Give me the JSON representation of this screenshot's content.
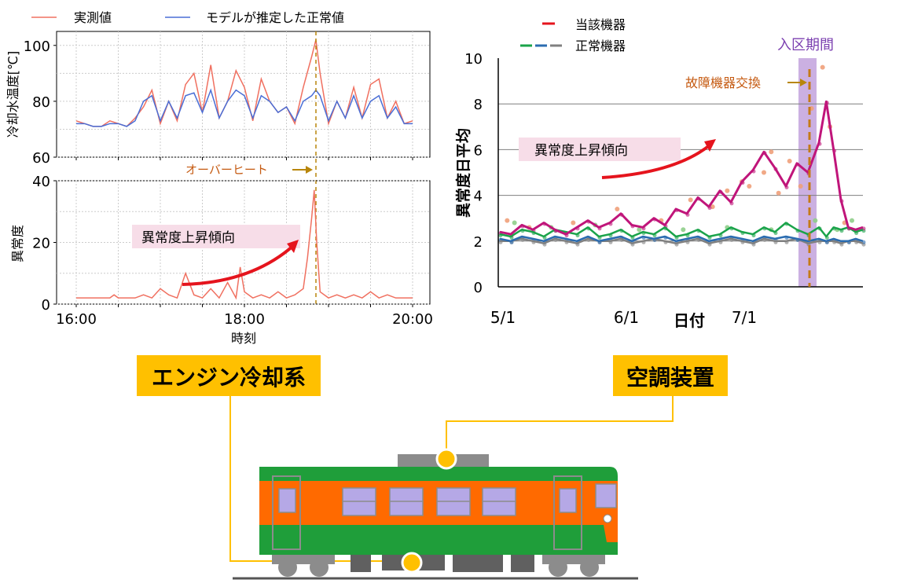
{
  "chart_data": [
    {
      "type": "line",
      "panel": "engine-cooling-temperature",
      "xlabel": "",
      "ylabel": "冷却水温度[℃]",
      "xlim": [
        16,
        20
      ],
      "ylim": [
        60,
        105
      ],
      "yticks": [
        60,
        80,
        100
      ],
      "grid": true,
      "legend": "top",
      "series": [
        {
          "name": "実測値",
          "color": "#f07060",
          "x": [
            16.0,
            16.1,
            16.2,
            16.3,
            16.4,
            16.5,
            16.6,
            16.7,
            16.8,
            16.9,
            17.0,
            17.1,
            17.2,
            17.3,
            17.4,
            17.5,
            17.6,
            17.7,
            17.8,
            17.9,
            18.0,
            18.1,
            18.2,
            18.3,
            18.4,
            18.5,
            18.6,
            18.7,
            18.8,
            18.85,
            18.9,
            19.0,
            19.1,
            19.2,
            19.3,
            19.4,
            19.5,
            19.6,
            19.7,
            19.8,
            19.9,
            20.0
          ],
          "values": [
            73,
            72,
            71,
            71,
            73,
            72,
            71,
            74,
            78,
            84,
            72,
            80,
            73,
            86,
            90,
            76,
            93,
            74,
            80,
            91,
            85,
            73,
            88,
            80,
            76,
            78,
            72,
            85,
            96,
            102,
            90,
            72,
            80,
            74,
            85,
            74,
            86,
            88,
            74,
            80,
            72,
            73
          ]
        },
        {
          "name": "モデルが推定した正常値",
          "color": "#4a6ed6",
          "x": [
            16.0,
            16.1,
            16.2,
            16.3,
            16.4,
            16.5,
            16.6,
            16.7,
            16.8,
            16.9,
            17.0,
            17.1,
            17.2,
            17.3,
            17.4,
            17.5,
            17.6,
            17.7,
            17.8,
            17.9,
            18.0,
            18.1,
            18.2,
            18.3,
            18.4,
            18.5,
            18.6,
            18.7,
            18.8,
            18.85,
            18.9,
            19.0,
            19.1,
            19.2,
            19.3,
            19.4,
            19.5,
            19.6,
            19.7,
            19.8,
            19.9,
            20.0
          ],
          "values": [
            72,
            72,
            71,
            71,
            72,
            72,
            71,
            73,
            80,
            82,
            73,
            80,
            74,
            82,
            83,
            76,
            84,
            74,
            80,
            84,
            82,
            74,
            82,
            80,
            76,
            78,
            73,
            80,
            82,
            84,
            82,
            73,
            80,
            74,
            82,
            74,
            80,
            82,
            74,
            78,
            72,
            72
          ]
        }
      ]
    },
    {
      "type": "line",
      "panel": "engine-anomaly-score",
      "xlabel": "時刻",
      "ylabel": "異常度",
      "xlim": [
        16,
        20
      ],
      "ylim": [
        0,
        40
      ],
      "xticks": [
        "16:00",
        "18:00",
        "20:00"
      ],
      "yticks": [
        0,
        20,
        40
      ],
      "grid": true,
      "series": [
        {
          "color": "#f07060",
          "x": [
            16.0,
            16.2,
            16.4,
            16.45,
            16.5,
            16.7,
            16.8,
            16.9,
            17.0,
            17.1,
            17.2,
            17.25,
            17.3,
            17.4,
            17.5,
            17.6,
            17.7,
            17.8,
            17.9,
            17.95,
            18.0,
            18.1,
            18.2,
            18.3,
            18.4,
            18.5,
            18.6,
            18.7,
            18.75,
            18.8,
            18.83,
            18.86,
            18.9,
            19.0,
            19.1,
            19.2,
            19.3,
            19.4,
            19.5,
            19.6,
            19.7,
            19.8,
            20.0
          ],
          "values": [
            2,
            2,
            2,
            3,
            2,
            2,
            3,
            2,
            5,
            3,
            2,
            6,
            10,
            3,
            2,
            5,
            2,
            7,
            2,
            12,
            4,
            2,
            3,
            2,
            4,
            2,
            3,
            5,
            15,
            28,
            37,
            20,
            4,
            2,
            3,
            2,
            3,
            2,
            4,
            2,
            3,
            2,
            2
          ]
        }
      ],
      "annotations": [
        "オーバーヒート",
        "異常度上昇傾向"
      ]
    },
    {
      "type": "line",
      "panel": "air-conditioner-anomaly",
      "xlabel": "日付",
      "ylabel": "異常度日平均",
      "ylim": [
        0,
        10
      ],
      "yticks": [
        0,
        2,
        4,
        6,
        8,
        10
      ],
      "xticks": [
        "5/1",
        "6/1",
        "7/1"
      ],
      "grid": true,
      "legend": "top",
      "x": [
        0,
        3,
        6,
        9,
        12,
        15,
        18,
        21,
        24,
        27,
        30,
        33,
        36,
        39,
        42,
        45,
        48,
        51,
        54,
        57,
        60,
        63,
        66,
        69,
        72,
        75,
        78,
        81,
        84,
        87,
        89,
        91,
        93,
        95,
        97,
        99
      ],
      "series": [
        {
          "name": "当該機器",
          "color": "#c0157a",
          "values": [
            2.4,
            2.3,
            2.7,
            2.5,
            2.8,
            2.5,
            2.3,
            2.6,
            2.9,
            2.6,
            2.8,
            3.2,
            2.7,
            2.6,
            3.0,
            2.7,
            3.4,
            3.2,
            3.9,
            3.5,
            4.2,
            3.7,
            4.6,
            5.1,
            5.9,
            5.2,
            4.4,
            5.4,
            5.0,
            6.3,
            8.1,
            6.0,
            3.8,
            2.6,
            2.5,
            2.6
          ]
        },
        {
          "name": "正常機器",
          "color": "#1aa34a",
          "values": [
            2.3,
            2.2,
            2.5,
            2.4,
            2.2,
            2.5,
            2.4,
            2.3,
            2.6,
            2.2,
            2.3,
            2.5,
            2.2,
            2.4,
            2.3,
            2.6,
            2.2,
            2.3,
            2.5,
            2.2,
            2.3,
            2.6,
            2.4,
            2.3,
            2.6,
            2.4,
            2.8,
            2.5,
            2.3,
            2.6,
            2.2,
            2.6,
            2.5,
            2.6,
            2.4,
            2.5
          ]
        },
        {
          "color": "#2b6cb0",
          "values": [
            2.1,
            2.0,
            2.2,
            2.1,
            2.0,
            2.2,
            2.1,
            2.0,
            2.2,
            2.0,
            2.1,
            2.2,
            2.0,
            2.2,
            2.1,
            2.2,
            2.0,
            2.1,
            2.2,
            2.0,
            2.1,
            2.2,
            2.1,
            2.0,
            2.2,
            2.1,
            2.2,
            2.1,
            2.0,
            2.1,
            2.0,
            2.1,
            2.0,
            2.0,
            2.1,
            2.0
          ]
        },
        {
          "color": "#808080",
          "values": [
            2.0,
            2.0,
            2.1,
            2.0,
            1.9,
            2.1,
            2.0,
            1.9,
            2.1,
            2.0,
            2.0,
            2.1,
            1.9,
            2.0,
            2.1,
            2.0,
            1.9,
            2.0,
            2.1,
            1.9,
            2.0,
            2.1,
            2.0,
            1.9,
            2.1,
            2.0,
            2.0,
            2.1,
            1.9,
            2.0,
            2.0,
            2.0,
            1.9,
            2.0,
            2.0,
            1.9
          ]
        }
      ],
      "scatter": [
        {
          "color": "#f0a07a",
          "x": [
            2,
            8,
            20,
            32,
            44,
            52,
            58,
            62,
            66,
            68,
            72,
            74,
            76,
            79,
            82,
            85,
            88,
            90,
            94
          ],
          "values": [
            2.9,
            2.6,
            2.8,
            3.4,
            2.9,
            3.8,
            3.5,
            4.2,
            4.6,
            4.4,
            5.0,
            5.9,
            4.1,
            5.5,
            4.4,
            7.8,
            9.6,
            7.0,
            2.8
          ]
        },
        {
          "color": "#8fce8a",
          "x": [
            4,
            14,
            26,
            38,
            50,
            62,
            74,
            86,
            92,
            96
          ],
          "values": [
            2.8,
            2.6,
            2.7,
            2.5,
            2.5,
            2.6,
            2.5,
            2.9,
            2.5,
            2.9
          ]
        }
      ],
      "annotations": [
        "異常度上昇傾向",
        "故障機器交換",
        "入区期間"
      ]
    }
  ],
  "labels": {
    "engine_system": "エンジン冷却系",
    "air_conditioner": "空調装置",
    "overheat": "オーバーヒート",
    "rising_trend_left": "異常度上昇傾向",
    "rising_trend_right": "異常度上昇傾向",
    "replacement": "故障機器交換",
    "depot_period": "入区期間"
  },
  "colors": {
    "callout_fill": "#ffc000",
    "callout_line": "#ffc000",
    "train_green": "#1f9e3a",
    "train_orange": "#ff6a00",
    "train_window": "#b5a8e6",
    "depot_band": "#b58fd6",
    "marker_line": "#b8860b",
    "trend_bg": "#f7dde8",
    "trend_arrow": "#e5141d"
  }
}
